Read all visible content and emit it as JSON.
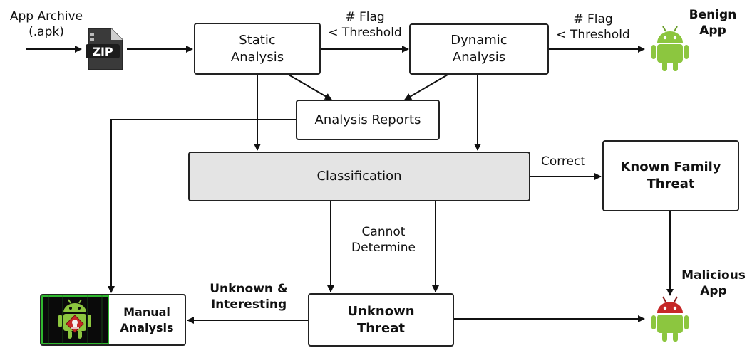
{
  "input": {
    "line1": "App Archive",
    "line2": "(.apk)",
    "zip_label": "ZIP"
  },
  "nodes": {
    "static": {
      "line1": "Static",
      "line2": "Analysis"
    },
    "dynamic": {
      "line1": "Dynamic",
      "line2": "Analysis"
    },
    "reports": {
      "label": "Analysis Reports"
    },
    "classification": {
      "label": "Classification"
    },
    "known": {
      "line1": "Known Family",
      "line2": "Threat"
    },
    "unknown": {
      "line1": "Unknown",
      "line2": "Threat"
    },
    "manual": {
      "line1": "Manual",
      "line2": "Analysis"
    }
  },
  "edges": {
    "flag1": {
      "line1": "# Flag",
      "line2": "< Threshold"
    },
    "flag2": {
      "line1": "# Flag",
      "line2": "< Threshold"
    },
    "correct": "Correct",
    "cannot": {
      "line1": "Cannot",
      "line2": "Determine"
    },
    "unknown_interesting": {
      "line1": "Unknown &",
      "line2": "Interesting"
    }
  },
  "outcomes": {
    "benign": {
      "line1": "Benign",
      "line2": "App"
    },
    "malicious": {
      "line1": "Malicious",
      "line2": "App"
    }
  },
  "colors": {
    "android_green": "#8cc63f",
    "alert_red": "#c62828",
    "box_border": "#222222",
    "classification_fill": "#e4e4e4"
  },
  "icons": [
    "zip-file-icon",
    "android-benign-icon",
    "android-malicious-icon",
    "android-manual-icon"
  ]
}
